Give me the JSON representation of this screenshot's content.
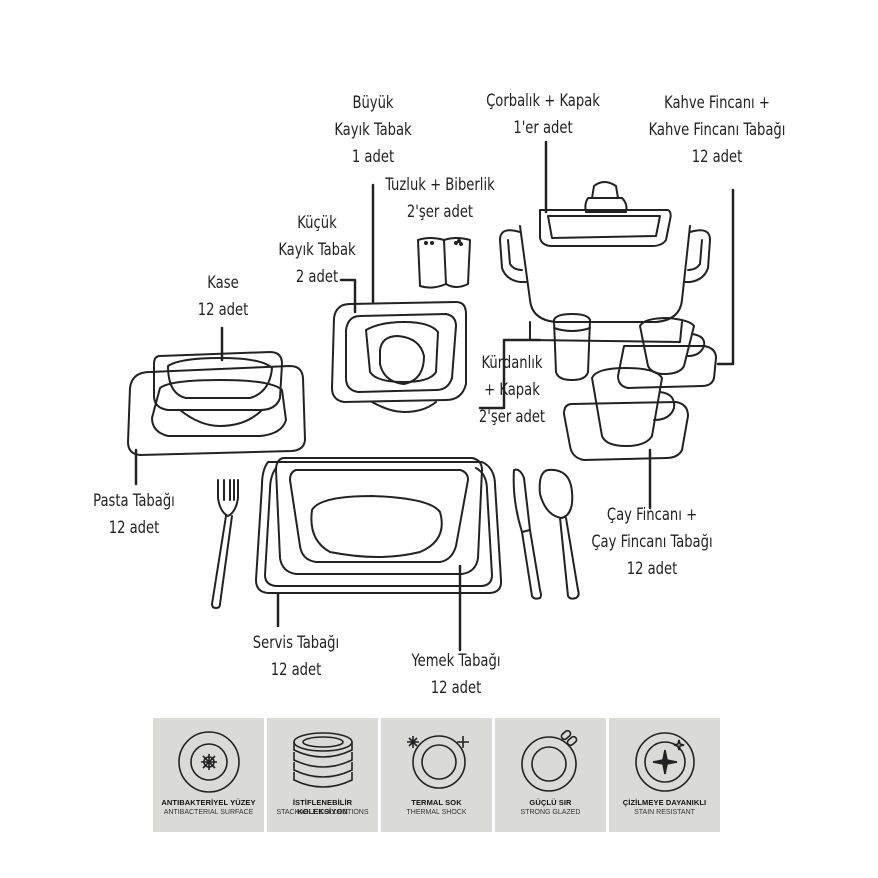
{
  "labels": {
    "buyuk": [
      "Büyük",
      "Kayık Tabak",
      "1 adet"
    ],
    "corbalik": [
      "Çorbalık + Kapak",
      "1'er adet"
    ],
    "kahve": [
      "Kahve Fincanı +",
      "Kahve Fincanı Tabağı",
      "12 adet"
    ],
    "tuzluk": [
      "Tuzluk + Biberlik",
      "2'şer adet"
    ],
    "kucuk": [
      "Küçük",
      "Kayık Tabak",
      "2 adet"
    ],
    "kase": [
      "Kase",
      "12 adet"
    ],
    "kurdanlik": [
      "Kürdanlık",
      "+ Kapak",
      "2'şer adet"
    ],
    "pasta": [
      "Pasta Tabağı",
      "12 adet"
    ],
    "cay": [
      "Çay Fincanı +",
      "Çay Fincanı Tabağı",
      "12 adet"
    ],
    "servis": [
      "Servis Tabağı",
      "12 adet"
    ],
    "yemek": [
      "Yemek Tabağı",
      "12 adet"
    ]
  },
  "features": [
    {
      "title": "ANTIBAKTERİYEL YÜZEY",
      "subtitle": "ANTIBACTERIAL SURFACE",
      "icon": "antibacterial-icon"
    },
    {
      "title": "İSTİFLENEBİLİR KOLEKSİYON",
      "subtitle": "STACKABLE COLLECTIONS",
      "icon": "stack-icon"
    },
    {
      "title": "TERMAL SOK",
      "subtitle": "THERMAL SHOCK",
      "icon": "thermal-icon"
    },
    {
      "title": "GÜÇLÜ SIR",
      "subtitle": "STRONG GLAZED",
      "icon": "link-icon"
    },
    {
      "title": "ÇİZİLMEYE DAYANIKLI",
      "subtitle": "STAIN RESISTANT",
      "icon": "sparkle-icon"
    }
  ],
  "colors": {
    "line": "#222222",
    "panel": "#dadad6"
  }
}
